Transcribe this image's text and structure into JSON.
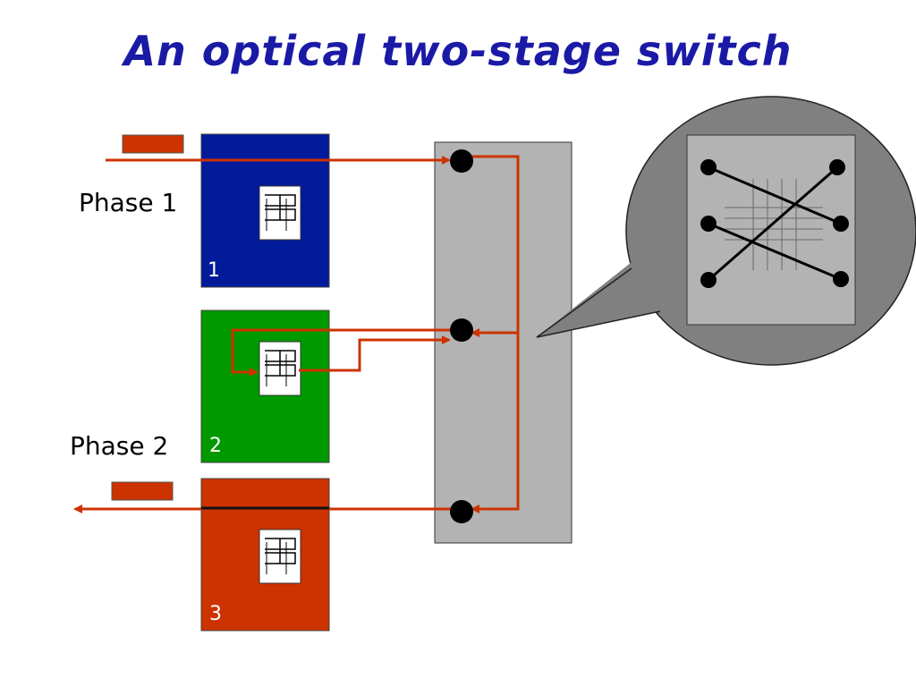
{
  "slide": {
    "title": "An optical two-stage switch"
  },
  "labels": {
    "phase1": "Phase 1",
    "phase2": "Phase 2"
  },
  "boxes": [
    {
      "number": "1",
      "color": "#001a9a"
    },
    {
      "number": "2",
      "color": "#009900"
    },
    {
      "number": "3",
      "color": "#cc3300"
    }
  ],
  "colors": {
    "arrow": "#cc3300",
    "switch_panel": "#b3b3b3",
    "bubble": "#808080",
    "title": "#1a1aa6"
  }
}
